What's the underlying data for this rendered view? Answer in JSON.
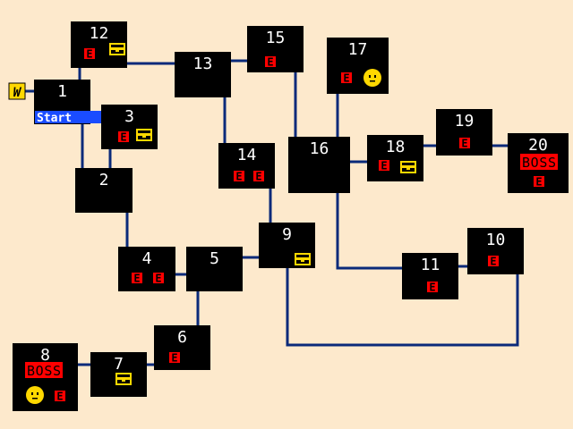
{
  "map": {
    "start_label": "Start",
    "warp_label": "W",
    "boss_label": "BOSS",
    "enemy_label": "E",
    "colors": {
      "background": "#fde9cc",
      "room": "#000000",
      "path": "#0a2a7a",
      "enemy": "#ff0000",
      "chest": "#ffd800",
      "start": "#1a4cff",
      "boss": "#ff0000"
    },
    "rooms": [
      {
        "id": "1",
        "icons": [],
        "start": true
      },
      {
        "id": "2",
        "icons": []
      },
      {
        "id": "3",
        "icons": [
          "enemy",
          "chest"
        ]
      },
      {
        "id": "4",
        "icons": [
          "enemy",
          "enemy"
        ]
      },
      {
        "id": "5",
        "icons": []
      },
      {
        "id": "6",
        "icons": [
          "enemy"
        ]
      },
      {
        "id": "7",
        "icons": [
          "chest"
        ]
      },
      {
        "id": "8",
        "icons": [
          "boss",
          "npc-face",
          "enemy"
        ]
      },
      {
        "id": "9",
        "icons": [
          "chest"
        ]
      },
      {
        "id": "10",
        "icons": [
          "enemy"
        ]
      },
      {
        "id": "11",
        "icons": [
          "enemy"
        ]
      },
      {
        "id": "12",
        "icons": [
          "enemy",
          "chest"
        ]
      },
      {
        "id": "13",
        "icons": []
      },
      {
        "id": "14",
        "icons": [
          "enemy",
          "enemy"
        ]
      },
      {
        "id": "15",
        "icons": [
          "enemy"
        ]
      },
      {
        "id": "16",
        "icons": []
      },
      {
        "id": "17",
        "icons": [
          "enemy",
          "npc-face"
        ]
      },
      {
        "id": "18",
        "icons": [
          "enemy",
          "chest"
        ]
      },
      {
        "id": "19",
        "icons": [
          "enemy"
        ]
      },
      {
        "id": "20",
        "icons": [
          "boss",
          "enemy"
        ]
      }
    ],
    "connections": [
      [
        "W",
        "1"
      ],
      [
        "1",
        "12"
      ],
      [
        "12",
        "13"
      ],
      [
        "1",
        "2"
      ],
      [
        "3",
        "2"
      ],
      [
        "2",
        "4"
      ],
      [
        "4",
        "5"
      ],
      [
        "5",
        "9"
      ],
      [
        "5",
        "6"
      ],
      [
        "6",
        "7"
      ],
      [
        "7",
        "8"
      ],
      [
        "13",
        "14"
      ],
      [
        "13",
        "15"
      ],
      [
        "15",
        "16"
      ],
      [
        "14",
        "9"
      ],
      [
        "17",
        "16"
      ],
      [
        "16",
        "18"
      ],
      [
        "18",
        "19"
      ],
      [
        "19",
        "20"
      ],
      [
        "16",
        "11"
      ],
      [
        "11",
        "10"
      ],
      [
        "9",
        "10"
      ]
    ]
  }
}
